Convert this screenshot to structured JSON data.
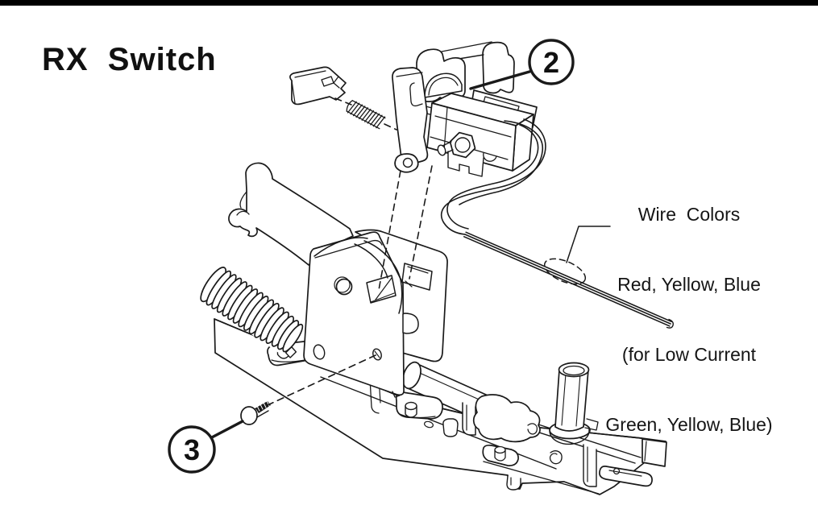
{
  "figure": {
    "title": "RX  Switch",
    "background_color": "#ffffff",
    "ink_color": "#1a1a1a",
    "top_rule_color": "#000000"
  },
  "callouts": {
    "item2": "2",
    "item3": "3"
  },
  "annotation": {
    "line1": "Wire  Colors",
    "line2": "Red, Yellow, Blue",
    "line3": "(for Low Current",
    "line4": "Green, Yellow, Blue)"
  }
}
